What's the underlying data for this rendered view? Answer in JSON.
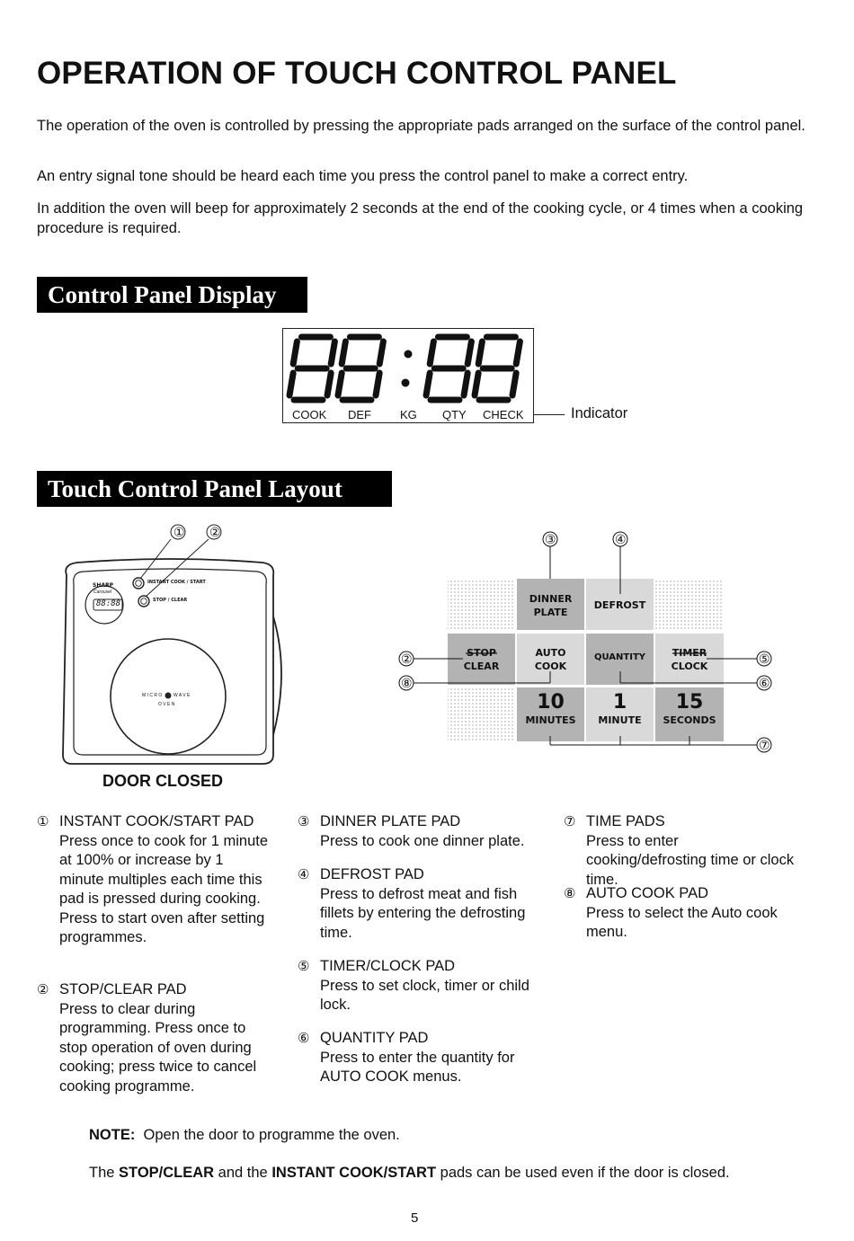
{
  "title": "OPERATION OF TOUCH CONTROL PANEL",
  "intro": [
    "The operation of the oven is controlled by pressing the appropriate pads arranged on the surface of the control panel.",
    "An entry signal tone should be heard each time you press the control panel to make a correct entry.",
    "In addition the oven will beep for approximately 2 seconds at the end of the cooking cycle, or 4 times when a cooking procedure is required."
  ],
  "display_section": {
    "heading": "Control Panel Display",
    "digits": "88:88",
    "indicators": [
      "COOK",
      "DEF",
      "KG",
      "QTY",
      "CHECK"
    ],
    "indicator_label": "Indicator"
  },
  "layout_section": {
    "heading": "Touch  Control Panel Layout",
    "oven": {
      "brand": "SHARP",
      "brand_sub": "Carousel",
      "display": "88:88",
      "btn1_label": "INSTANT COOK / START",
      "btn2_label": "STOP / CLEAR",
      "plate_text_1": "M I C R O",
      "plate_text_2": "W A V E",
      "plate_text_3": "O V E N",
      "caption": "DOOR CLOSED",
      "callouts": [
        "①",
        "②"
      ]
    },
    "pads": {
      "dinner_plate": [
        "DINNER",
        "PLATE"
      ],
      "defrost": "DEFROST",
      "stop_clear": [
        "STOP",
        "CLEAR"
      ],
      "auto_cook": [
        "AUTO",
        "COOK"
      ],
      "quantity": "QUANTITY",
      "timer_clock": [
        "TIMER",
        "CLOCK"
      ],
      "ten_minutes": [
        "10",
        "MINUTES"
      ],
      "one_minute": [
        "1",
        "MINUTE"
      ],
      "fifteen_seconds": [
        "15",
        "SECONDS"
      ]
    },
    "callouts": {
      "c3": "③",
      "c4": "④",
      "c2": "②",
      "c8": "⑧",
      "c5": "⑤",
      "c6": "⑥",
      "c7": "⑦"
    }
  },
  "descriptions": [
    {
      "num": "①",
      "head": "INSTANT COOK/START PAD",
      "body": "Press once to cook for 1 minute at 100% or increase by 1 minute multiples each time this pad is pressed during cooking. Press to start oven after setting programmes."
    },
    {
      "num": "②",
      "head": "STOP/CLEAR PAD",
      "body": "Press to clear during programming. Press once to stop operation of oven during cooking; press twice to cancel cooking programme."
    },
    {
      "num": "③",
      "head": "DINNER PLATE PAD",
      "body": "Press to cook one dinner plate."
    },
    {
      "num": "④",
      "head": "DEFROST PAD",
      "body": "Press to defrost meat and fish fillets by entering the defrosting time."
    },
    {
      "num": "⑤",
      "head": "TIMER/CLOCK PAD",
      "body": "Press to set clock, timer or child lock."
    },
    {
      "num": "⑥",
      "head": "QUANTITY PAD",
      "body": "Press to enter the quantity for AUTO COOK menus."
    },
    {
      "num": "⑦",
      "head": "TIME PADS",
      "body": "Press to enter cooking/defrosting time or clock time."
    },
    {
      "num": "⑧",
      "head": "AUTO COOK PAD",
      "body": "Press to select the Auto cook menu."
    }
  ],
  "note": {
    "label": "NOTE:",
    "text": "Open the door to programme the oven.",
    "line2_a": "The",
    "line2_b": "STOP/CLEAR",
    "line2_c": "and the",
    "line2_d": "INSTANT COOK/START",
    "line2_e": "pads can be used even if the door is closed."
  },
  "page_number": "5"
}
